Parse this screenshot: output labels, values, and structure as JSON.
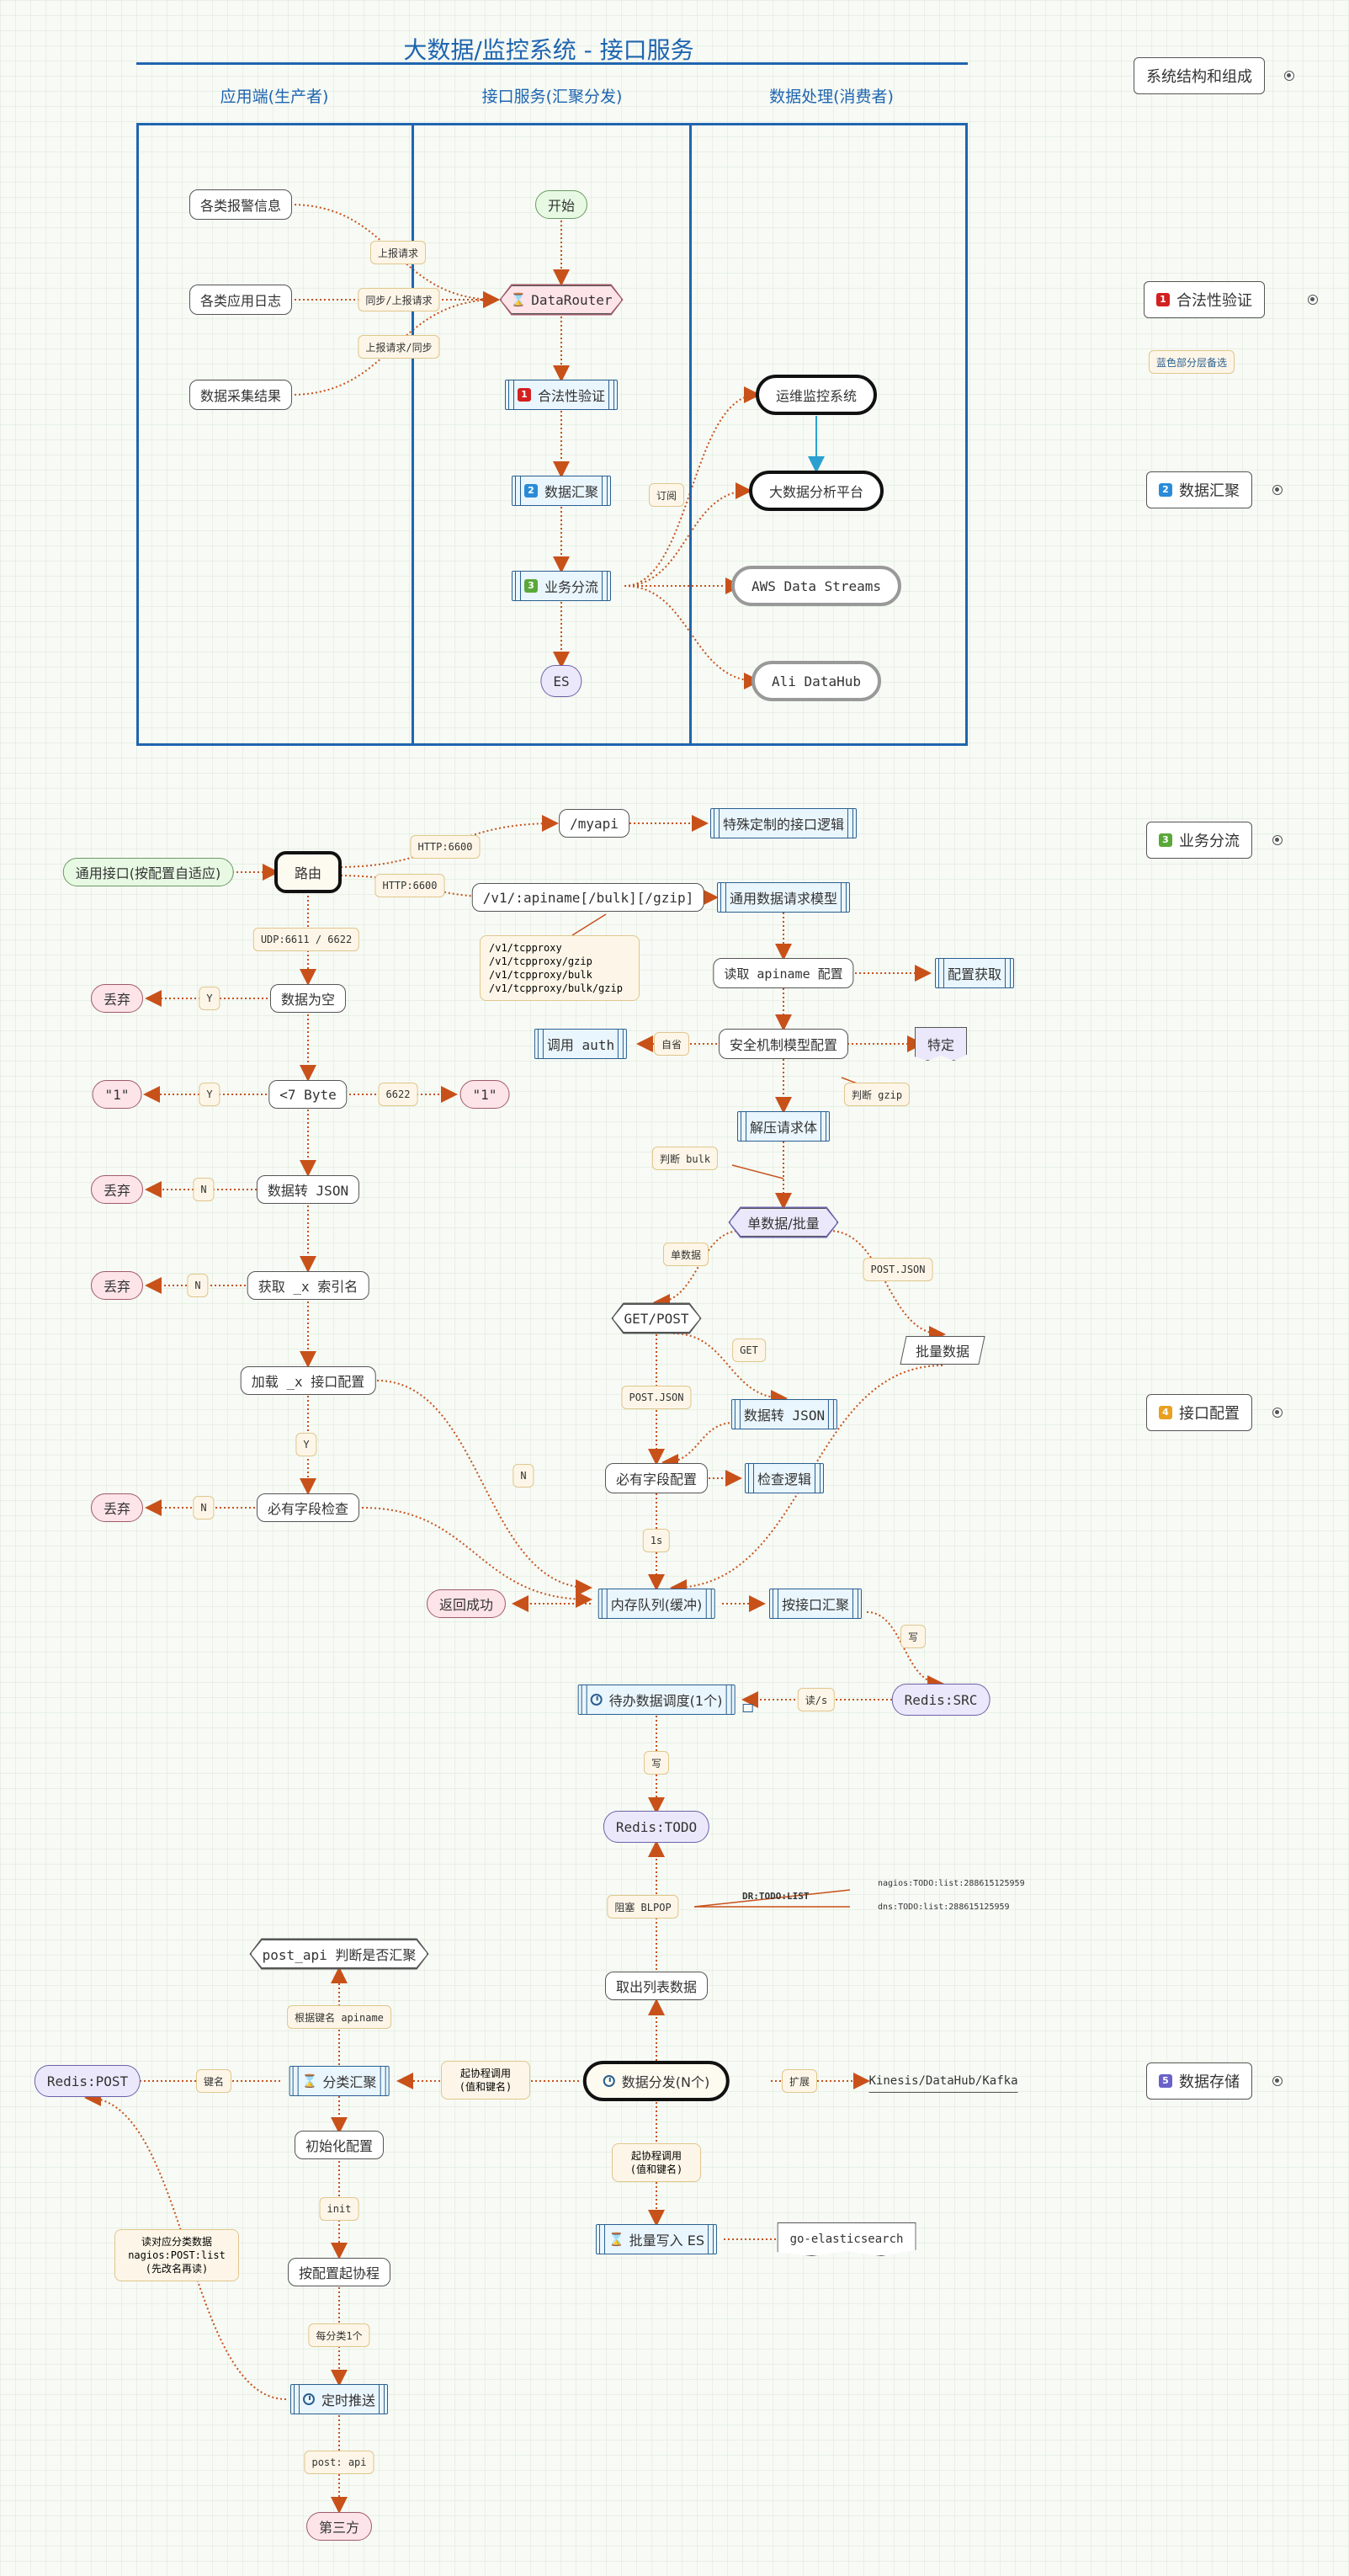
{
  "title": "大数据/监控系统 - 接口服务",
  "lanes": [
    "应用端(生产者)",
    "接口服务(汇聚分发)",
    "数据处理(消费者)"
  ],
  "sidebar": [
    {
      "num": "",
      "label": "系统结构和组成"
    },
    {
      "num": "1",
      "label": "合法性验证",
      "note": "蓝色部分层备选"
    },
    {
      "num": "2",
      "label": "数据汇聚"
    },
    {
      "num": "3",
      "label": "业务分流"
    },
    {
      "num": "4",
      "label": "接口配置"
    },
    {
      "num": "5",
      "label": "数据存储"
    }
  ],
  "overview": {
    "producers": [
      "各类报警信息",
      "各类应用日志",
      "数据采集结果"
    ],
    "producer_tags": [
      "上报请求",
      "同步/上报请求",
      "上报请求/同步"
    ],
    "start": "开始",
    "router": "DataRouter",
    "validate": "合法性验证",
    "gather": "数据汇聚",
    "dispatch": "业务分流",
    "es": "ES",
    "subscribe": "订阅",
    "consumers": [
      "运维监控系统",
      "大数据分析平台",
      "AWS Data Streams",
      "Ali DataHub"
    ]
  },
  "flow": {
    "general_api": "通用接口(按配置自适应)",
    "route": "路由",
    "http1": "HTTP:6600",
    "http2": "HTTP:6600",
    "myapi": "/myapi",
    "special": "特殊定制的接口逻辑",
    "apiname": "/v1/:apiname[/bulk][/gzip]",
    "apiname_note": [
      "/v1/tcpproxy",
      "/v1/tcpproxy/gzip",
      "/v1/tcpproxy/bulk",
      "/v1/tcpproxy/bulk/gzip"
    ],
    "general_model": "通用数据请求模型",
    "read_cfg": "读取 apiname 配置",
    "cfg_get": "配置获取",
    "security": "安全机制模型配置",
    "auth": "调用 auth",
    "self_check": "自省",
    "specific": "特定",
    "judge_gzip": "判断 gzip",
    "decompress": "解压请求体",
    "judge_bulk": "判断 bulk",
    "single_bulk": "单数据/批量",
    "single": "单数据",
    "post_json1": "POST.JSON",
    "get_post": "GET/POST",
    "batch": "批量数据",
    "get": "GET",
    "post_json2": "POST.JSON",
    "to_json": "数据转 JSON",
    "req_field": "必有字段配置",
    "check_logic": "检查逻辑",
    "one_s": "1s",
    "udp": "UDP:6611 / 6622",
    "drop": "丢弃",
    "y": "Y",
    "n": "N",
    "empty": "数据为空",
    "quote1": "\"1\"",
    "lt7": "<7 Byte",
    "p6622": "6622",
    "json": "数据转 JSON",
    "index": "获取 _x 索引名",
    "load_cfg": "加载 _x 接口配置",
    "field_check": "必有字段检查",
    "return_ok": "返回成功",
    "mem_queue": "内存队列(缓冲)",
    "by_api": "按接口汇聚",
    "write": "写",
    "redis_src": "Redis:SRC",
    "read_s": "读/s",
    "todo_sched": "待办数据调度(1个)",
    "redis_todo": "Redis:TODO",
    "blpop": "阻塞 BLPOP",
    "dr_todo": "DR:TODO:LIST",
    "todo_list": [
      "nagios:TODO:list:288615125959",
      "dns:TODO:list:288615125959"
    ],
    "take_list": "取出列表数据",
    "dispatch_n": "数据分发(N个)",
    "extend": "扩展",
    "kinesis": "Kinesis/DataHub/Kafka",
    "coroutine1": [
      "起协程调用",
      "(值和键名)"
    ],
    "coroutine2": [
      "起协程调用",
      "(值和键名)"
    ],
    "batch_es": "批量写入 ES",
    "go_es": "go-elasticsearch",
    "classify": "分类汇聚",
    "key": "键名",
    "redis_post": "Redis:POST",
    "by_apiname": "根据键名 apiname",
    "post_api": "post_api 判断是否汇聚",
    "init_cfg": "初始化配置",
    "init": "init",
    "by_cfg": "按配置起协程",
    "each": "每分类1个",
    "timer": "定时推送",
    "read_note": [
      "读对应分类数据",
      "nagios:POST:list",
      "(先改名再读)"
    ],
    "post_api_tag": "post: api",
    "third": "第三方"
  }
}
